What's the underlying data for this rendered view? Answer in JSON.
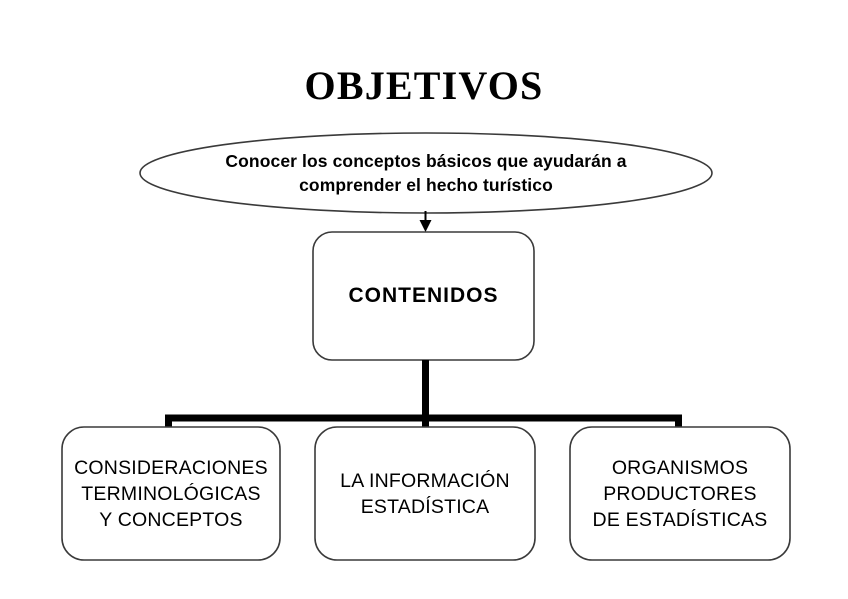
{
  "diagram": {
    "title": "OBJETIVOS",
    "objective": {
      "shape": "ellipse",
      "line1": "Conocer los conceptos básicos que ayudarán a",
      "line2": "comprender el hecho turístico"
    },
    "contents": {
      "shape": "rounded-rectangle",
      "label": "CONTENIDOS"
    },
    "branches": [
      {
        "shape": "rounded-rectangle",
        "line1": "CONSIDERACIONES",
        "line2": "TERMINOLÓGICAS",
        "line3": "Y CONCEPTOS"
      },
      {
        "shape": "rounded-rectangle",
        "line1": "LA INFORMACIÓN",
        "line2": "ESTADÍSTICA",
        "line3": ""
      },
      {
        "shape": "rounded-rectangle",
        "line1": "ORGANISMOS",
        "line2": "PRODUCTORES",
        "line3": "DE ESTADÍSTICAS"
      }
    ],
    "colors": {
      "background": "#ffffff",
      "text": "#000000",
      "outline": "#3a3a3a",
      "connector": "#000000"
    }
  }
}
